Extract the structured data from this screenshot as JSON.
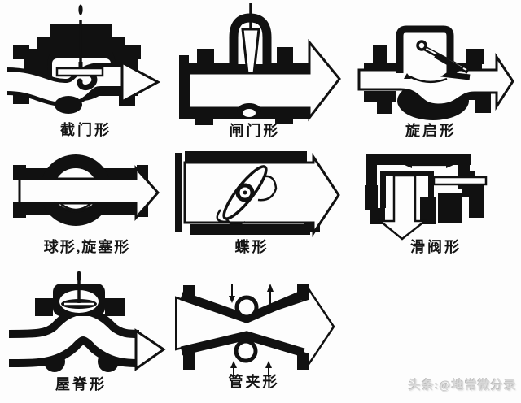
{
  "figure": {
    "title_hint": "valve flow-pattern schematics",
    "background": "#fdfdfd",
    "ink_color": "#111111",
    "watermark": "头条:@地常微分录"
  },
  "valves": [
    {
      "name": "globe",
      "label": "截门形"
    },
    {
      "name": "gate",
      "label": "闸门形"
    },
    {
      "name": "swing-check",
      "label": "旋启形"
    },
    {
      "name": "ball-plug",
      "label": "球形,旋塞形"
    },
    {
      "name": "butterfly",
      "label": "蝶形"
    },
    {
      "name": "slide",
      "label": "滑阀形"
    },
    {
      "name": "ridge",
      "label": "屋脊形"
    },
    {
      "name": "pinch",
      "label": "管夹形"
    }
  ]
}
